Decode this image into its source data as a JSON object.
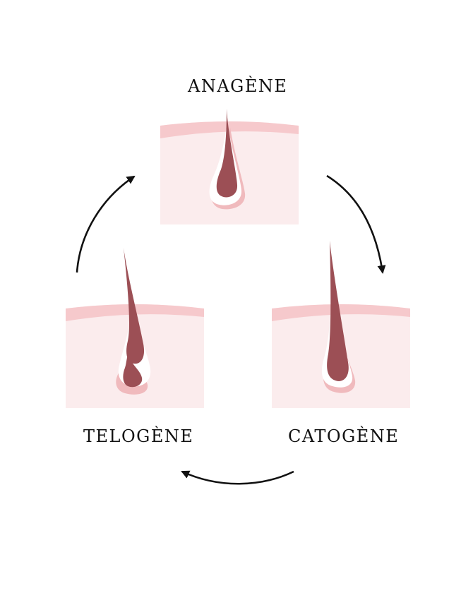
{
  "stages": {
    "anagene": {
      "label": "ANAGÈNE"
    },
    "catogene": {
      "label": "CATOGÈNE"
    },
    "telogene": {
      "label": "TELOGÈNE"
    }
  },
  "colors": {
    "skin": "#fbeced",
    "skin_band": "#f6c9cc",
    "follicle_shadow": "#f0babd",
    "hair": "#9c4f55",
    "sheath": "#ffffff",
    "arrow": "#111111",
    "text": "#111111"
  }
}
